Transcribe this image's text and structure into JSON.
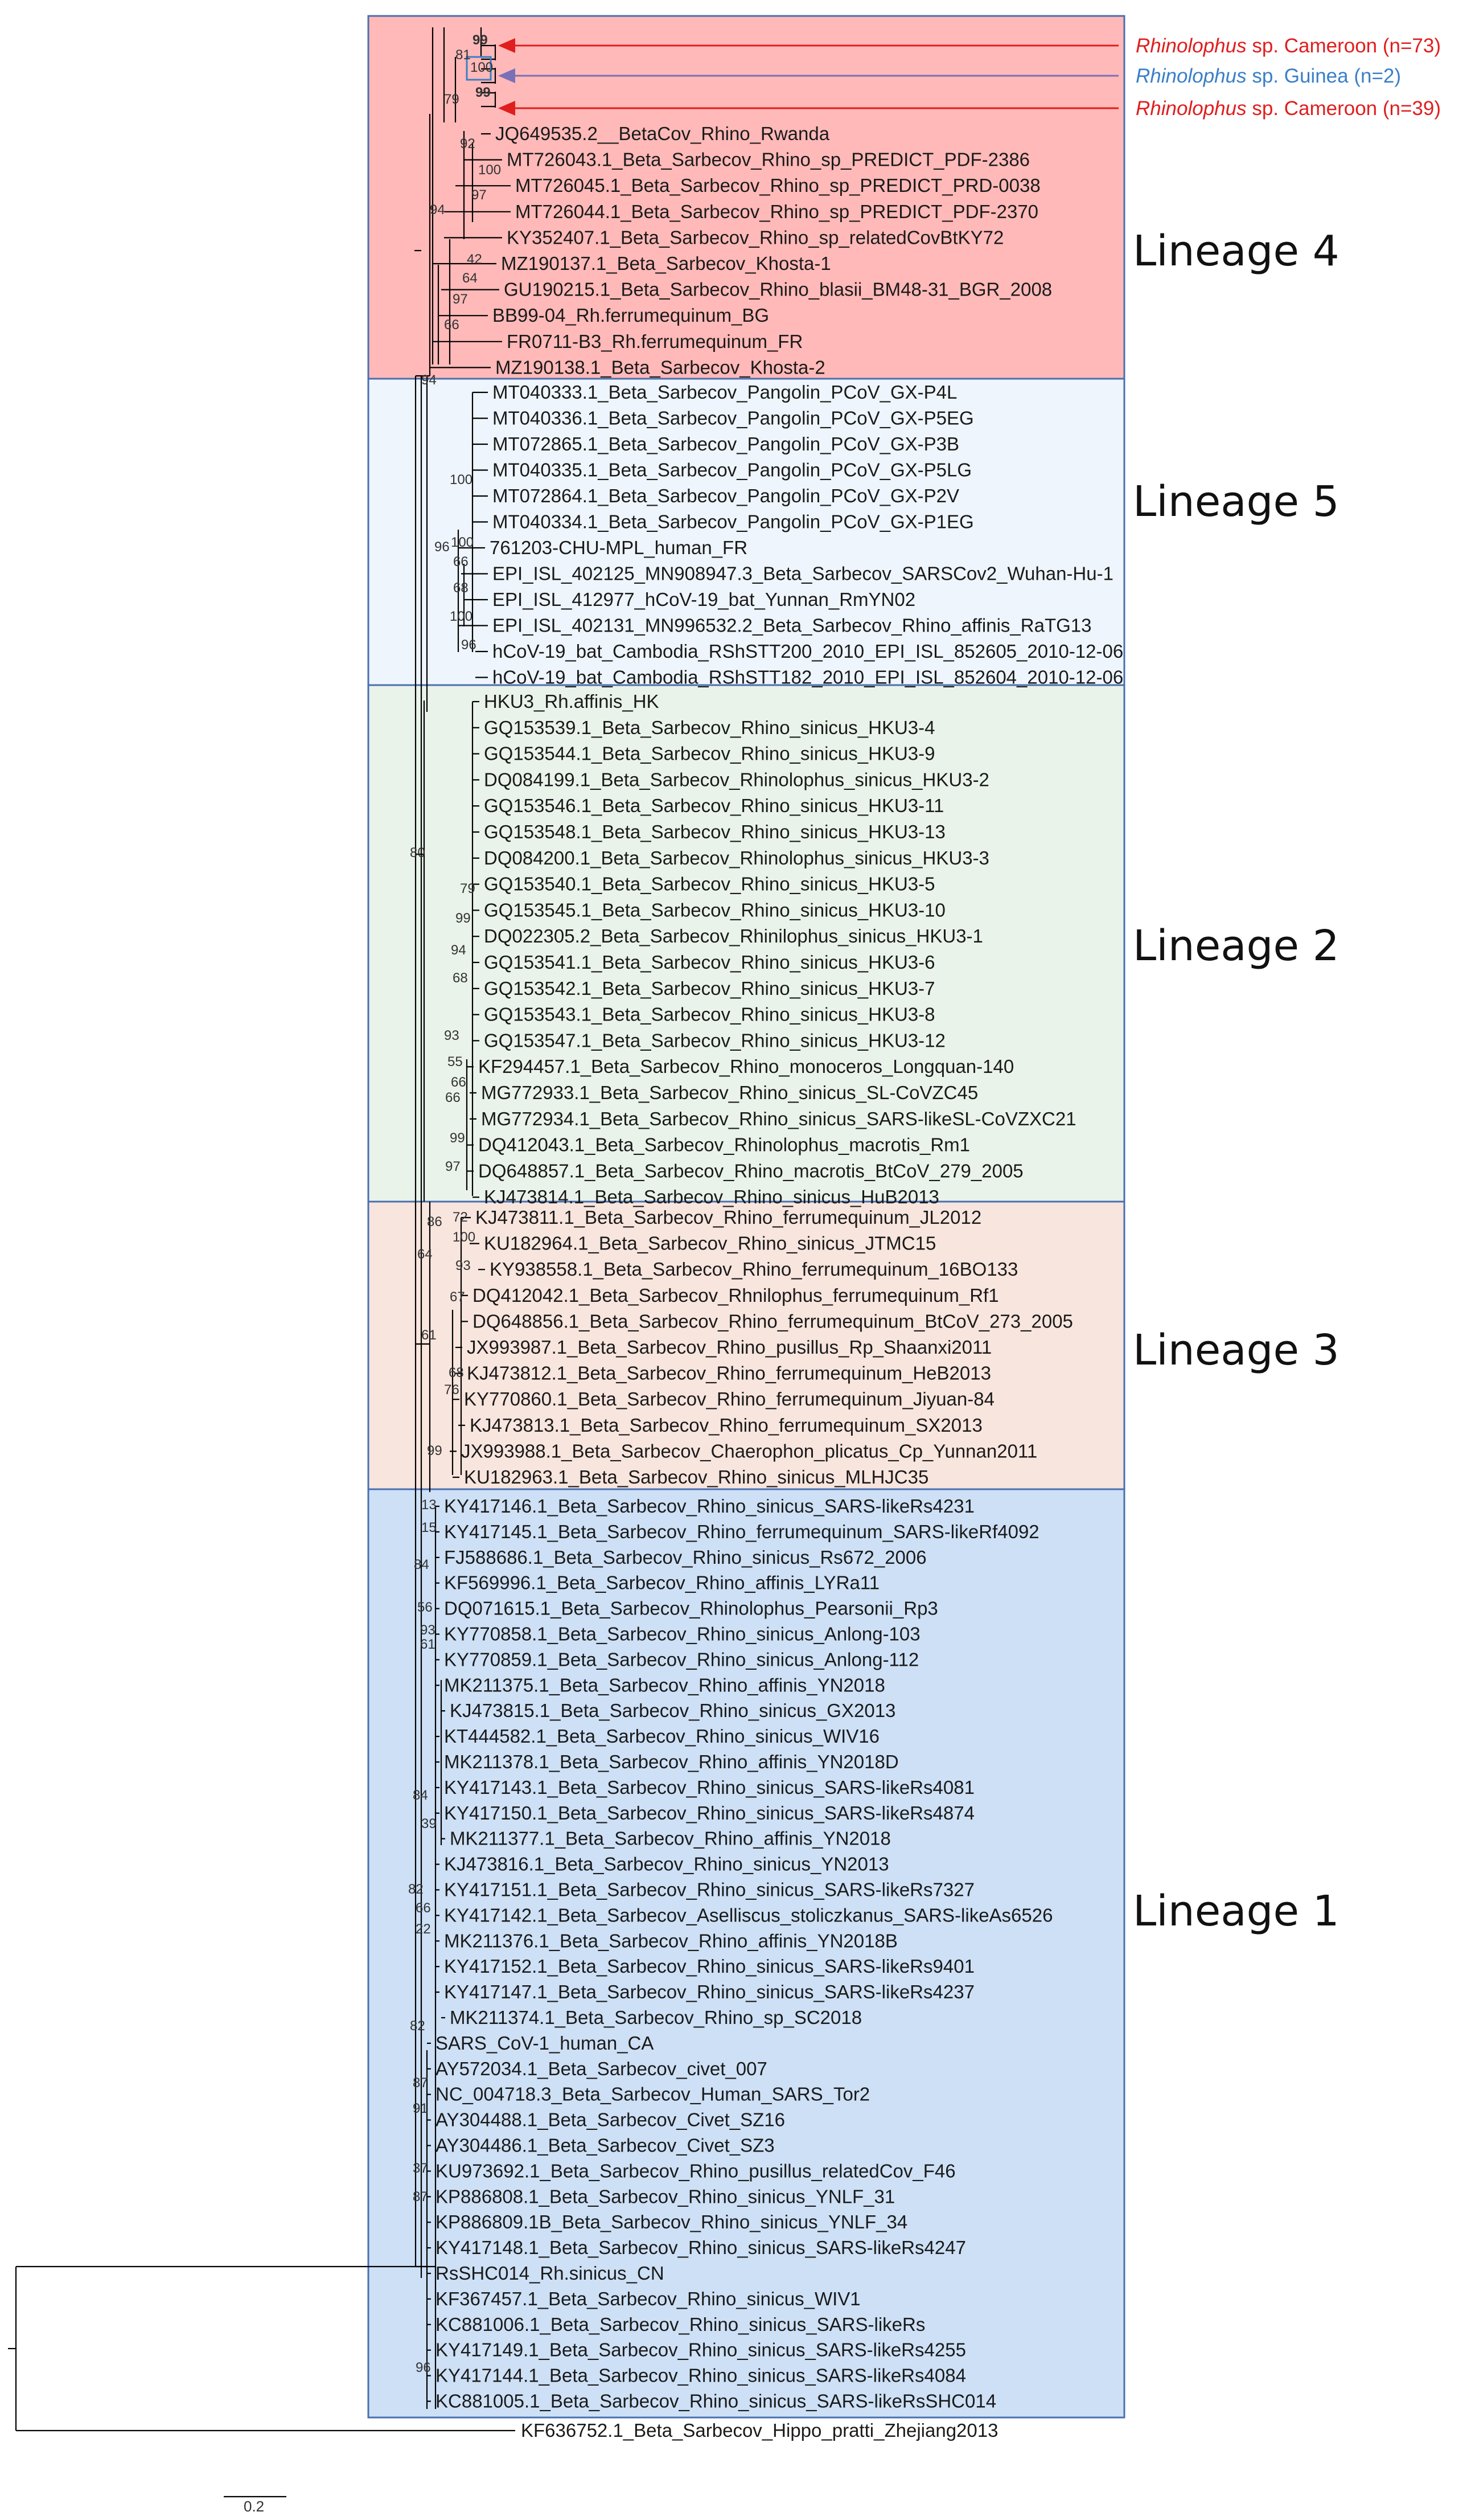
{
  "colors": {
    "lineage4_bg": "#ffb9b8",
    "lineage5_bg": "#eef5fc",
    "lineage2_bg": "#eaf3ea",
    "lineage3_bg": "#f8e5de",
    "lineage1_bg": "#cde0f6",
    "box_border": "#4a6fb0",
    "cameroon_red": "#e01e1e",
    "guinea_blue": "#3a7fc8",
    "guinea_arrow": "#7a70b8"
  },
  "annotations": [
    {
      "genus": "Rhinolophus",
      "rest": " sp. Cameroon (n=73)",
      "color": "#e01e1e"
    },
    {
      "genus": "Rhinolophus",
      "rest": " sp. Guinea (n=2)",
      "color": "#3a7fc8"
    },
    {
      "genus": "Rhinolophus",
      "rest": " sp. Cameroon (n=39)",
      "color": "#e01e1e"
    }
  ],
  "scale_bar": "0.2",
  "lineages": [
    {
      "name": "Lineage 4",
      "leaves": [
        "JQ649535.2__BetaCov_Rhino_Rwanda",
        "MT726043.1_Beta_Sarbecov_Rhino_sp_PREDICT_PDF-2386",
        "MT726045.1_Beta_Sarbecov_Rhino_sp_PREDICT_PRD-0038",
        "MT726044.1_Beta_Sarbecov_Rhino_sp_PREDICT_PDF-2370",
        "KY352407.1_Beta_Sarbecov_Rhino_sp_relatedCovBtKY72",
        "MZ190137.1_Beta_Sarbecov_Khosta-1",
        "GU190215.1_Beta_Sarbecov_Rhino_blasii_BM48-31_BGR_2008",
        "BB99-04_Rh.ferrumequinum_BG",
        "FR0711-B3_Rh.ferrumequinum_FR",
        "MZ190138.1_Beta_Sarbecov_Khosta-2"
      ]
    },
    {
      "name": "Lineage 5",
      "leaves": [
        "MT040333.1_Beta_Sarbecov_Pangolin_PCoV_GX-P4L",
        "MT040336.1_Beta_Sarbecov_Pangolin_PCoV_GX-P5EG",
        "MT072865.1_Beta_Sarbecov_Pangolin_PCoV_GX-P3B",
        "MT040335.1_Beta_Sarbecov_Pangolin_PCoV_GX-P5LG",
        "MT072864.1_Beta_Sarbecov_Pangolin_PCoV_GX-P2V",
        "MT040334.1_Beta_Sarbecov_Pangolin_PCoV_GX-P1EG",
        "761203-CHU-MPL_human_FR",
        "EPI_ISL_402125_MN908947.3_Beta_Sarbecov_SARSCov2_Wuhan-Hu-1",
        "EPI_ISL_412977_hCoV-19_bat_Yunnan_RmYN02",
        "EPI_ISL_402131_MN996532.2_Beta_Sarbecov_Rhino_affinis_RaTG13",
        "hCoV-19_bat_Cambodia_RShSTT200_2010_EPI_ISL_852605_2010-12-06",
        "hCoV-19_bat_Cambodia_RShSTT182_2010_EPI_ISL_852604_2010-12-06"
      ]
    },
    {
      "name": "Lineage 2",
      "leaves": [
        "HKU3_Rh.affinis_HK",
        "GQ153539.1_Beta_Sarbecov_Rhino_sinicus_HKU3-4",
        "GQ153544.1_Beta_Sarbecov_Rhino_sinicus_HKU3-9",
        "DQ084199.1_Beta_Sarbecov_Rhinolophus_sinicus_HKU3-2",
        "GQ153546.1_Beta_Sarbecov_Rhino_sinicus_HKU3-11",
        "GQ153548.1_Beta_Sarbecov_Rhino_sinicus_HKU3-13",
        "DQ084200.1_Beta_Sarbecov_Rhinolophus_sinicus_HKU3-3",
        "GQ153540.1_Beta_Sarbecov_Rhino_sinicus_HKU3-5",
        "GQ153545.1_Beta_Sarbecov_Rhino_sinicus_HKU3-10",
        "DQ022305.2_Beta_Sarbecov_Rhinilophus_sinicus_HKU3-1",
        "GQ153541.1_Beta_Sarbecov_Rhino_sinicus_HKU3-6",
        "GQ153542.1_Beta_Sarbecov_Rhino_sinicus_HKU3-7",
        "GQ153543.1_Beta_Sarbecov_Rhino_sinicus_HKU3-8",
        "GQ153547.1_Beta_Sarbecov_Rhino_sinicus_HKU3-12",
        "KF294457.1_Beta_Sarbecov_Rhino_monoceros_Longquan-140",
        "MG772933.1_Beta_Sarbecov_Rhino_sinicus_SL-CoVZC45",
        "MG772934.1_Beta_Sarbecov_Rhino_sinicus_SARS-likeSL-CoVZXC21",
        "DQ412043.1_Beta_Sarbecov_Rhinolophus_macrotis_Rm1",
        "DQ648857.1_Beta_Sarbecov_Rhino_macrotis_BtCoV_279_2005",
        "KJ473814.1_Beta_Sarbecov_Rhino_sinicus_HuB2013"
      ]
    },
    {
      "name": "Lineage 3",
      "leaves": [
        "KJ473811.1_Beta_Sarbecov_Rhino_ferrumequinum_JL2012",
        "KU182964.1_Beta_Sarbecov_Rhino_sinicus_JTMC15",
        "KY938558.1_Beta_Sarbecov_Rhino_ferrumequinum_16BO133",
        "DQ412042.1_Beta_Sarbecov_Rhnilophus_ferrumequinum_Rf1",
        "DQ648856.1_Beta_Sarbecov_Rhino_ferrumequinum_BtCoV_273_2005",
        "JX993987.1_Beta_Sarbecov_Rhino_pusillus_Rp_Shaanxi2011",
        "KJ473812.1_Beta_Sarbecov_Rhino_ferrumequinum_HeB2013",
        "KY770860.1_Beta_Sarbecov_Rhino_ferrumequinum_Jiyuan-84",
        "KJ473813.1_Beta_Sarbecov_Rhino_ferrumequinum_SX2013",
        "JX993988.1_Beta_Sarbecov_Chaerophon_plicatus_Cp_Yunnan2011",
        "KU182963.1_Beta_Sarbecov_Rhino_sinicus_MLHJC35"
      ]
    },
    {
      "name": "Lineage 1",
      "leaves": [
        "KY417146.1_Beta_Sarbecov_Rhino_sinicus_SARS-likeRs4231",
        "KY417145.1_Beta_Sarbecov_Rhino_ferrumequinum_SARS-likeRf4092",
        "FJ588686.1_Beta_Sarbecov_Rhino_sinicus_Rs672_2006",
        "KF569996.1_Beta_Sarbecov_Rhino_affinis_LYRa11",
        "DQ071615.1_Beta_Sarbecov_Rhinolophus_Pearsonii_Rp3",
        "KY770858.1_Beta_Sarbecov_Rhino_sinicus_Anlong-103",
        "KY770859.1_Beta_Sarbecov_Rhino_sinicus_Anlong-112",
        "MK211375.1_Beta_Sarbecov_Rhino_affinis_YN2018",
        "KJ473815.1_Beta_Sarbecov_Rhino_sinicus_GX2013",
        "KT444582.1_Beta_Sarbecov_Rhino_sinicus_WIV16",
        "MK211378.1_Beta_Sarbecov_Rhino_affinis_YN2018D",
        "KY417143.1_Beta_Sarbecov_Rhino_sinicus_SARS-likeRs4081",
        "KY417150.1_Beta_Sarbecov_Rhino_sinicus_SARS-likeRs4874",
        "MK211377.1_Beta_Sarbecov_Rhino_affinis_YN2018",
        "KJ473816.1_Beta_Sarbecov_Rhino_sinicus_YN2013",
        "KY417151.1_Beta_Sarbecov_Rhino_sinicus_SARS-likeRs7327",
        "KY417142.1_Beta_Sarbecov_Aselliscus_stoliczkanus_SARS-likeAs6526",
        "MK211376.1_Beta_Sarbecov_Rhino_affinis_YN2018B",
        "KY417152.1_Beta_Sarbecov_Rhino_sinicus_SARS-likeRs9401",
        "KY417147.1_Beta_Sarbecov_Rhino_sinicus_SARS-likeRs4237",
        "MK211374.1_Beta_Sarbecov_Rhino_sp_SC2018",
        "SARS_CoV-1_human_CA",
        "AY572034.1_Beta_Sarbecov_civet_007",
        "NC_004718.3_Beta_Sarbecov_Human_SARS_Tor2",
        "AY304488.1_Beta_Sarbecov_Civet_SZ16",
        "AY304486.1_Beta_Sarbecov_Civet_SZ3",
        "KU973692.1_Beta_Sarbecov_Rhino_pusillus_relatedCov_F46",
        "KP886808.1_Beta_Sarbecov_Rhino_sinicus_YNLF_31",
        "KP886809.1B_Beta_Sarbecov_Rhino_sinicus_YNLF_34",
        "KY417148.1_Beta_Sarbecov_Rhino_sinicus_SARS-likeRs4247",
        "RsSHC014_Rh.sinicus_CN",
        "KF367457.1_Beta_Sarbecov_Rhino_sinicus_WIV1",
        "KC881006.1_Beta_Sarbecov_Rhino_sinicus_SARS-likeRs",
        "KY417149.1_Beta_Sarbecov_Rhino_sinicus_SARS-likeRs4255",
        "KY417144.1_Beta_Sarbecov_Rhino_sinicus_SARS-likeRs4084",
        "KC881005.1_Beta_Sarbecov_Rhino_sinicus_SARS-likeRsSHC014"
      ]
    }
  ],
  "outgroup": "KF636752.1_Beta_Sarbecov_Hippo_pratti_Zhejiang2013",
  "bootstrap_values": [
    "99",
    "81",
    "100",
    "99",
    "79",
    "92",
    "100",
    "97",
    "94",
    "42",
    "64",
    "97",
    "66",
    "94",
    "100",
    "96",
    "100",
    "66",
    "68",
    "100",
    "96",
    "80",
    "79",
    "99",
    "94",
    "68",
    "93",
    "55",
    "66",
    "66",
    "99",
    "97",
    "72",
    "86",
    "100",
    "93",
    "67",
    "64",
    "61",
    "68",
    "76",
    "99",
    "13",
    "15",
    "84",
    "56",
    "93",
    "61",
    "84",
    "39",
    "82",
    "66",
    "22",
    "82",
    "87",
    "91",
    "37",
    "87",
    "96"
  ]
}
